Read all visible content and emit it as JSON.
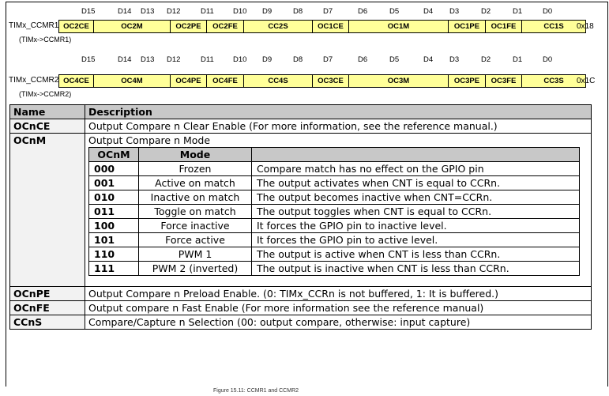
{
  "bit_labels": [
    "D15",
    "D14",
    "D13",
    "D12",
    "D11",
    "D10",
    "D9",
    "D8",
    "D7",
    "D6",
    "D5",
    "D4",
    "D3",
    "D2",
    "D1",
    "D0"
  ],
  "ccmr1": {
    "label": "TIMx_CCMR1:",
    "sub": "(TIMx->CCMR1)",
    "offset": "0x18",
    "fields": [
      "OC2CE",
      "OC2M",
      "OC2PE",
      "OC2FE",
      "CC2S",
      "OC1CE",
      "OC1M",
      "OC1PE",
      "OC1FE",
      "CC1S"
    ]
  },
  "ccmr2": {
    "label": "TIMx_CCMR2:",
    "sub": "(TIMx->CCMR2)",
    "offset": "0x1C",
    "fields": [
      "OC4CE",
      "OC4M",
      "OC4PE",
      "OC4FE",
      "CC4S",
      "OC3CE",
      "OC3M",
      "OC3PE",
      "OC3FE",
      "CC3S"
    ]
  },
  "table": {
    "header_name": "Name",
    "header_desc": "Description",
    "rows": [
      {
        "name": "OCnCE",
        "desc": "Output Compare n Clear Enable (For more information, see the reference manual.)"
      },
      {
        "name": "OCnM",
        "desc": "Output Compare n Mode"
      },
      {
        "name": "OCnPE",
        "desc": "Output Compare n Preload Enable. (0: TIMx_CCRn is not buffered, 1: It is buffered.)"
      },
      {
        "name": "OCnFE",
        "desc": "Output compare n Fast Enable (For more information see the reference manual)"
      },
      {
        "name": "CCnS",
        "desc": "Compare/Capture n Selection (00: output compare, otherwise: input capture)"
      }
    ],
    "mode_table": {
      "headers": [
        "OCnM",
        "Mode",
        ""
      ],
      "rows": [
        {
          "code": "000",
          "mode": "Frozen",
          "desc": "Compare match has no effect on the GPIO pin"
        },
        {
          "code": "001",
          "mode": "Active on match",
          "desc": "The output activates when CNT is equal to CCRn."
        },
        {
          "code": "010",
          "mode": "Inactive on match",
          "desc": "The output becomes inactive when CNT=CCRn."
        },
        {
          "code": "011",
          "mode": "Toggle on match",
          "desc": "The output toggles when CNT is equal to CCRn."
        },
        {
          "code": "100",
          "mode": "Force inactive",
          "desc": "It forces the GPIO pin to inactive level."
        },
        {
          "code": "101",
          "mode": "Force active",
          "desc": "It forces the GPIO pin to active level."
        },
        {
          "code": "110",
          "mode": "PWM 1",
          "desc": "The output is active when CNT is less than CCRn."
        },
        {
          "code": "111",
          "mode": "PWM 2 (inverted)",
          "desc": "The output is inactive when CNT is less than CCRn."
        }
      ]
    }
  },
  "caption": "Figure 15.11: CCMR1 and CCMR2"
}
